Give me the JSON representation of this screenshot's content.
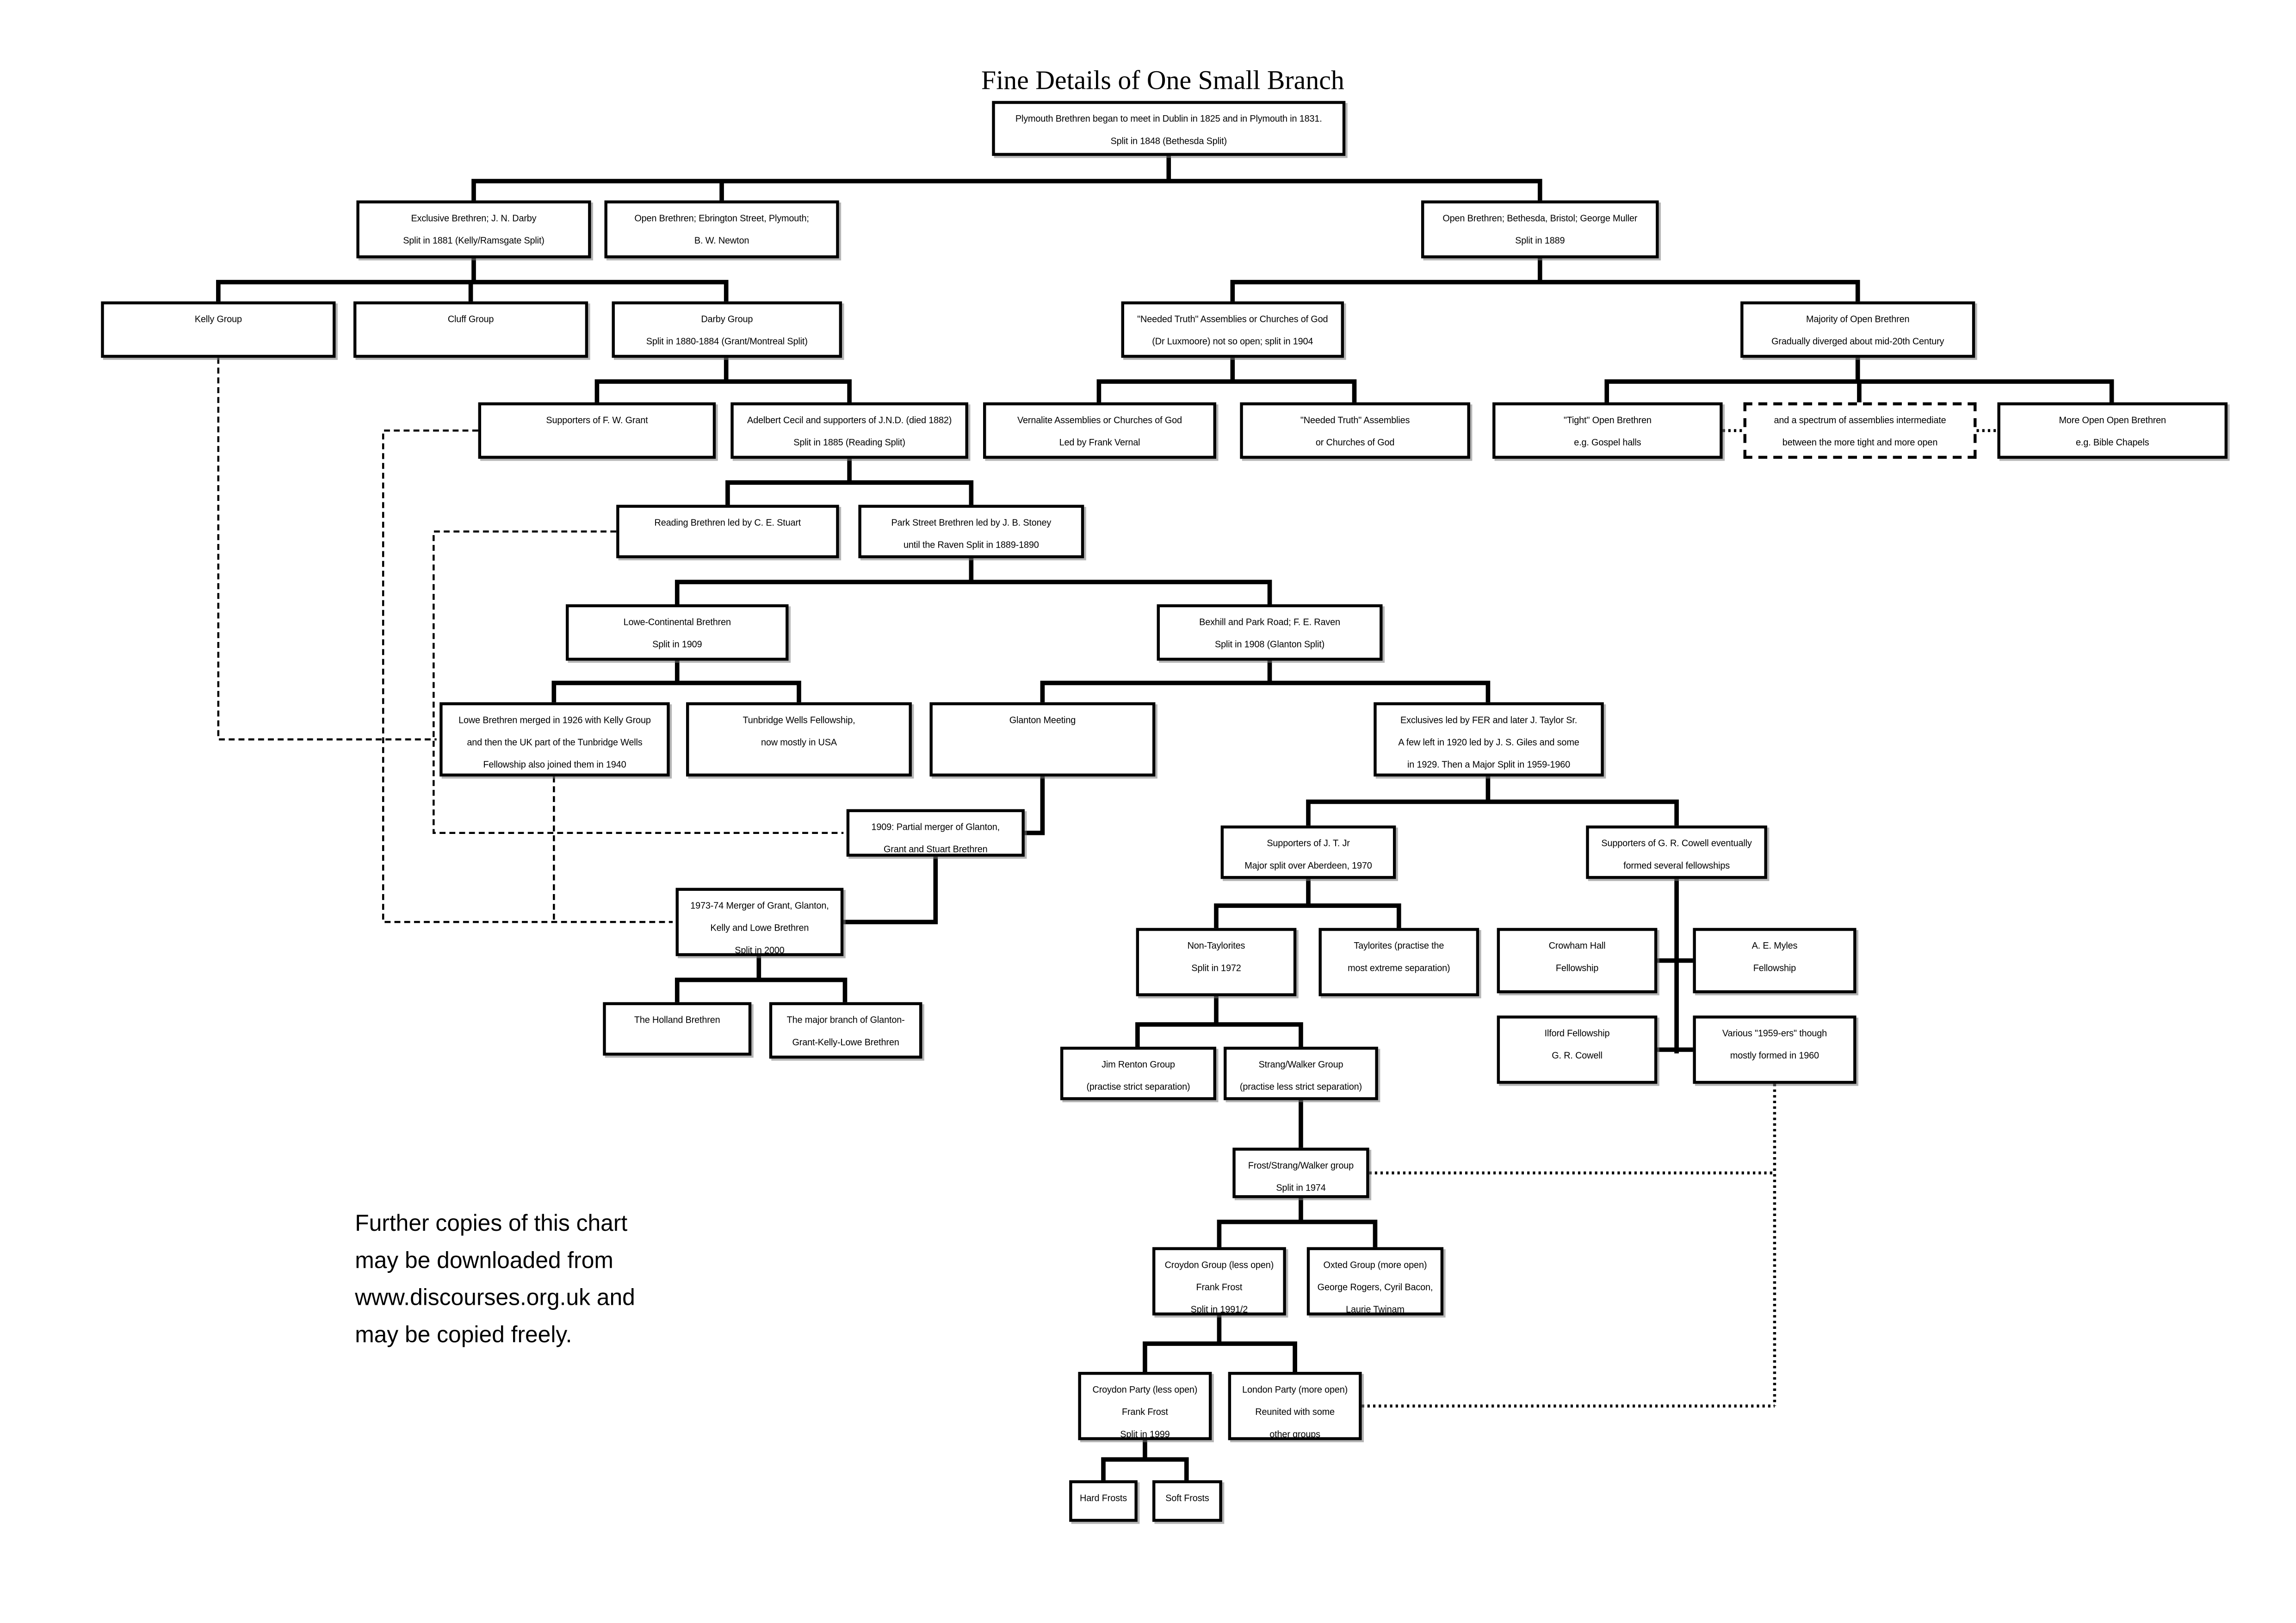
{
  "title": "Fine Details of One Small Branch",
  "footer": "Further copies of this chart\nmay be downloaded from\nwww.discourses.org.uk and\nmay be copied freely.",
  "colors": {
    "line": "#000000",
    "background": "#ffffff",
    "box_border": "#000000"
  },
  "nodes": {
    "root": "Plymouth Brethren began to meet in Dublin in 1825 and in Plymouth in 1831.\nSplit in 1848 (Bethesda Split)",
    "exclusive_darby": "Exclusive Brethren; J. N. Darby\nSplit in 1881 (Kelly/Ramsgate Split)",
    "open_ebrington": "Open Brethren; Ebrington Street, Plymouth;\nB. W. Newton",
    "open_bethesda": "Open Brethren; Bethesda, Bristol; George Muller\nSplit in 1889",
    "kelly_group": "Kelly Group",
    "cluff_group": "Cluff Group",
    "darby_group": "Darby Group\nSplit in 1880-1884 (Grant/Montreal Split)",
    "needed_truth": "\"Needed Truth\" Assemblies or Churches of God\n(Dr Luxmoore) not so open; split in 1904",
    "majority_open": "Majority of Open Brethren\nGradually diverged about mid-20th Century",
    "grant_supporters": "Supporters of F. W. Grant",
    "adelbert_cecil": "Adelbert Cecil and supporters of J.N.D. (died 1882)\nSplit in 1885 (Reading Split)",
    "vernalite": "Vernalite Assemblies or Churches of God\nLed by Frank Vernal",
    "needed_truth_assemblies": "\"Needed Truth\" Assemblies\nor Churches of God",
    "tight_open": "\"Tight\" Open Brethren\ne.g. Gospel halls",
    "spectrum": "and a spectrum of assemblies intermediate\nbetween the more tight and more open",
    "more_open": "More Open Open Brethren\ne.g. Bible Chapels",
    "reading": "Reading Brethren led by C. E. Stuart",
    "park_street": "Park Street Brethren led by J. B. Stoney\nuntil the Raven Split in 1889-1890",
    "lowe_continental": "Lowe-Continental Brethren\nSplit in 1909",
    "bexhill": "Bexhill and Park Road; F. E. Raven\nSplit in 1908 (Glanton Split)",
    "lowe_merged": "Lowe Brethren merged in 1926 with Kelly Group\nand then the UK part of the Tunbridge Wells\nFellowship also joined them in 1940",
    "tunbridge": "Tunbridge Wells Fellowship,\nnow mostly in USA",
    "glanton_meeting": "Glanton Meeting",
    "fer_exclusives": "Exclusives led by FER and later J. Taylor Sr.\nA few left in 1920 led by J. S. Giles and some\nin 1929. Then a Major Split in 1959-1960",
    "merger_1909": "1909: Partial merger of Glanton,\nGrant and Stuart Brethren",
    "jt_jr": "Supporters of J. T. Jr\nMajor split over Aberdeen, 1970",
    "cowell_supporters": "Supporters of G. R. Cowell eventually\nformed several fellowships",
    "merger_1973": "1973-74 Merger of Grant, Glanton,\nKelly and Lowe Brethren\nSplit in 2000",
    "non_taylorites": "Non-Taylorites\nSplit in 1972",
    "taylorites": "Taylorites (practise the\nmost extreme separation)",
    "crowham": "Crowham Hall\nFellowship",
    "myles": "A. E. Myles\nFellowship",
    "holland": "The Holland Brethren",
    "glanton_branch": "The major branch of Glanton-\nGrant-Kelly-Lowe Brethren",
    "ilford": "Ilford Fellowship\nG. R. Cowell",
    "various_1959": "Various \"1959-ers\" though\nmostly formed in 1960",
    "jim_renton": "Jim Renton Group\n(practise strict separation)",
    "strang_walker": "Strang/Walker Group\n(practise less strict separation)",
    "fsw": "Frost/Strang/Walker group\nSplit in 1974",
    "croydon_group": "Croydon Group (less open)\nFrank Frost\nSplit in 1991/2",
    "oxted": "Oxted Group (more open)\nGeorge Rogers, Cyril Bacon,\nLaurie Twinam",
    "croydon_party": "Croydon Party (less open)\nFrank Frost\nSplit in 1999",
    "london_party": "London Party (more open)\nReunited with some\nother groups",
    "hard_frosts": "Hard Frosts",
    "soft_frosts": "Soft Frosts"
  }
}
